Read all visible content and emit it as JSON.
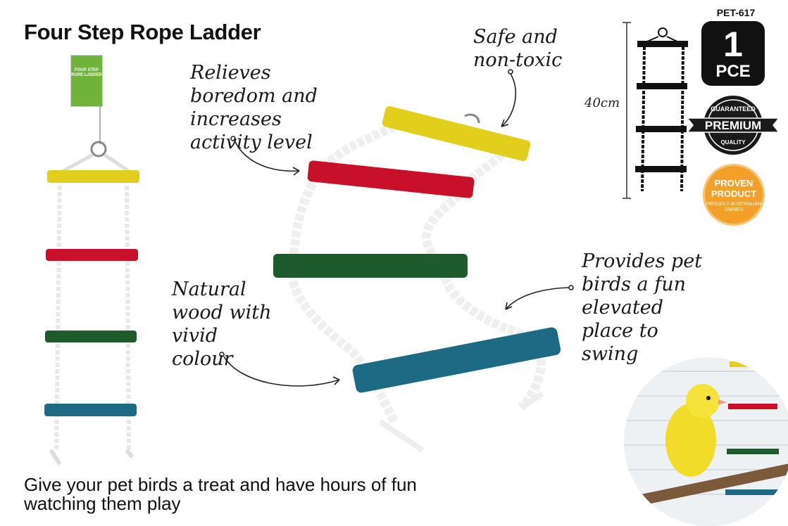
{
  "product": {
    "title": "Four Step Rope Ladder",
    "code": "PET-617",
    "quantity": "1",
    "unit": "PCE",
    "tagline": "Give your pet birds a treat and have hours of fun watching them play",
    "dimension": "40cm"
  },
  "callouts": {
    "safe": "Safe and non-toxic",
    "boredom": "Relieves boredom and increases activity level",
    "wood": "Natural wood with vivid colour",
    "swing": "Provides pet birds a fun elevated place to swing"
  },
  "badges": {
    "premium_top": "GUARANTEED",
    "premium_main": "PREMIUM",
    "premium_bottom": "QUALITY",
    "proven_title": "PROVEN PRODUCT",
    "proven_sub": "PROUDLY AUSTRALIAN OWNED"
  },
  "package": {
    "label": "FOUR STEP ROPE LADDER"
  },
  "colors": {
    "yellow": "#e2cf1c",
    "red": "#c8102a",
    "green": "#1d5a2c",
    "blue": "#1d6a85",
    "rope": "#f3f3f3",
    "badge_orange": "#f2a02a"
  }
}
